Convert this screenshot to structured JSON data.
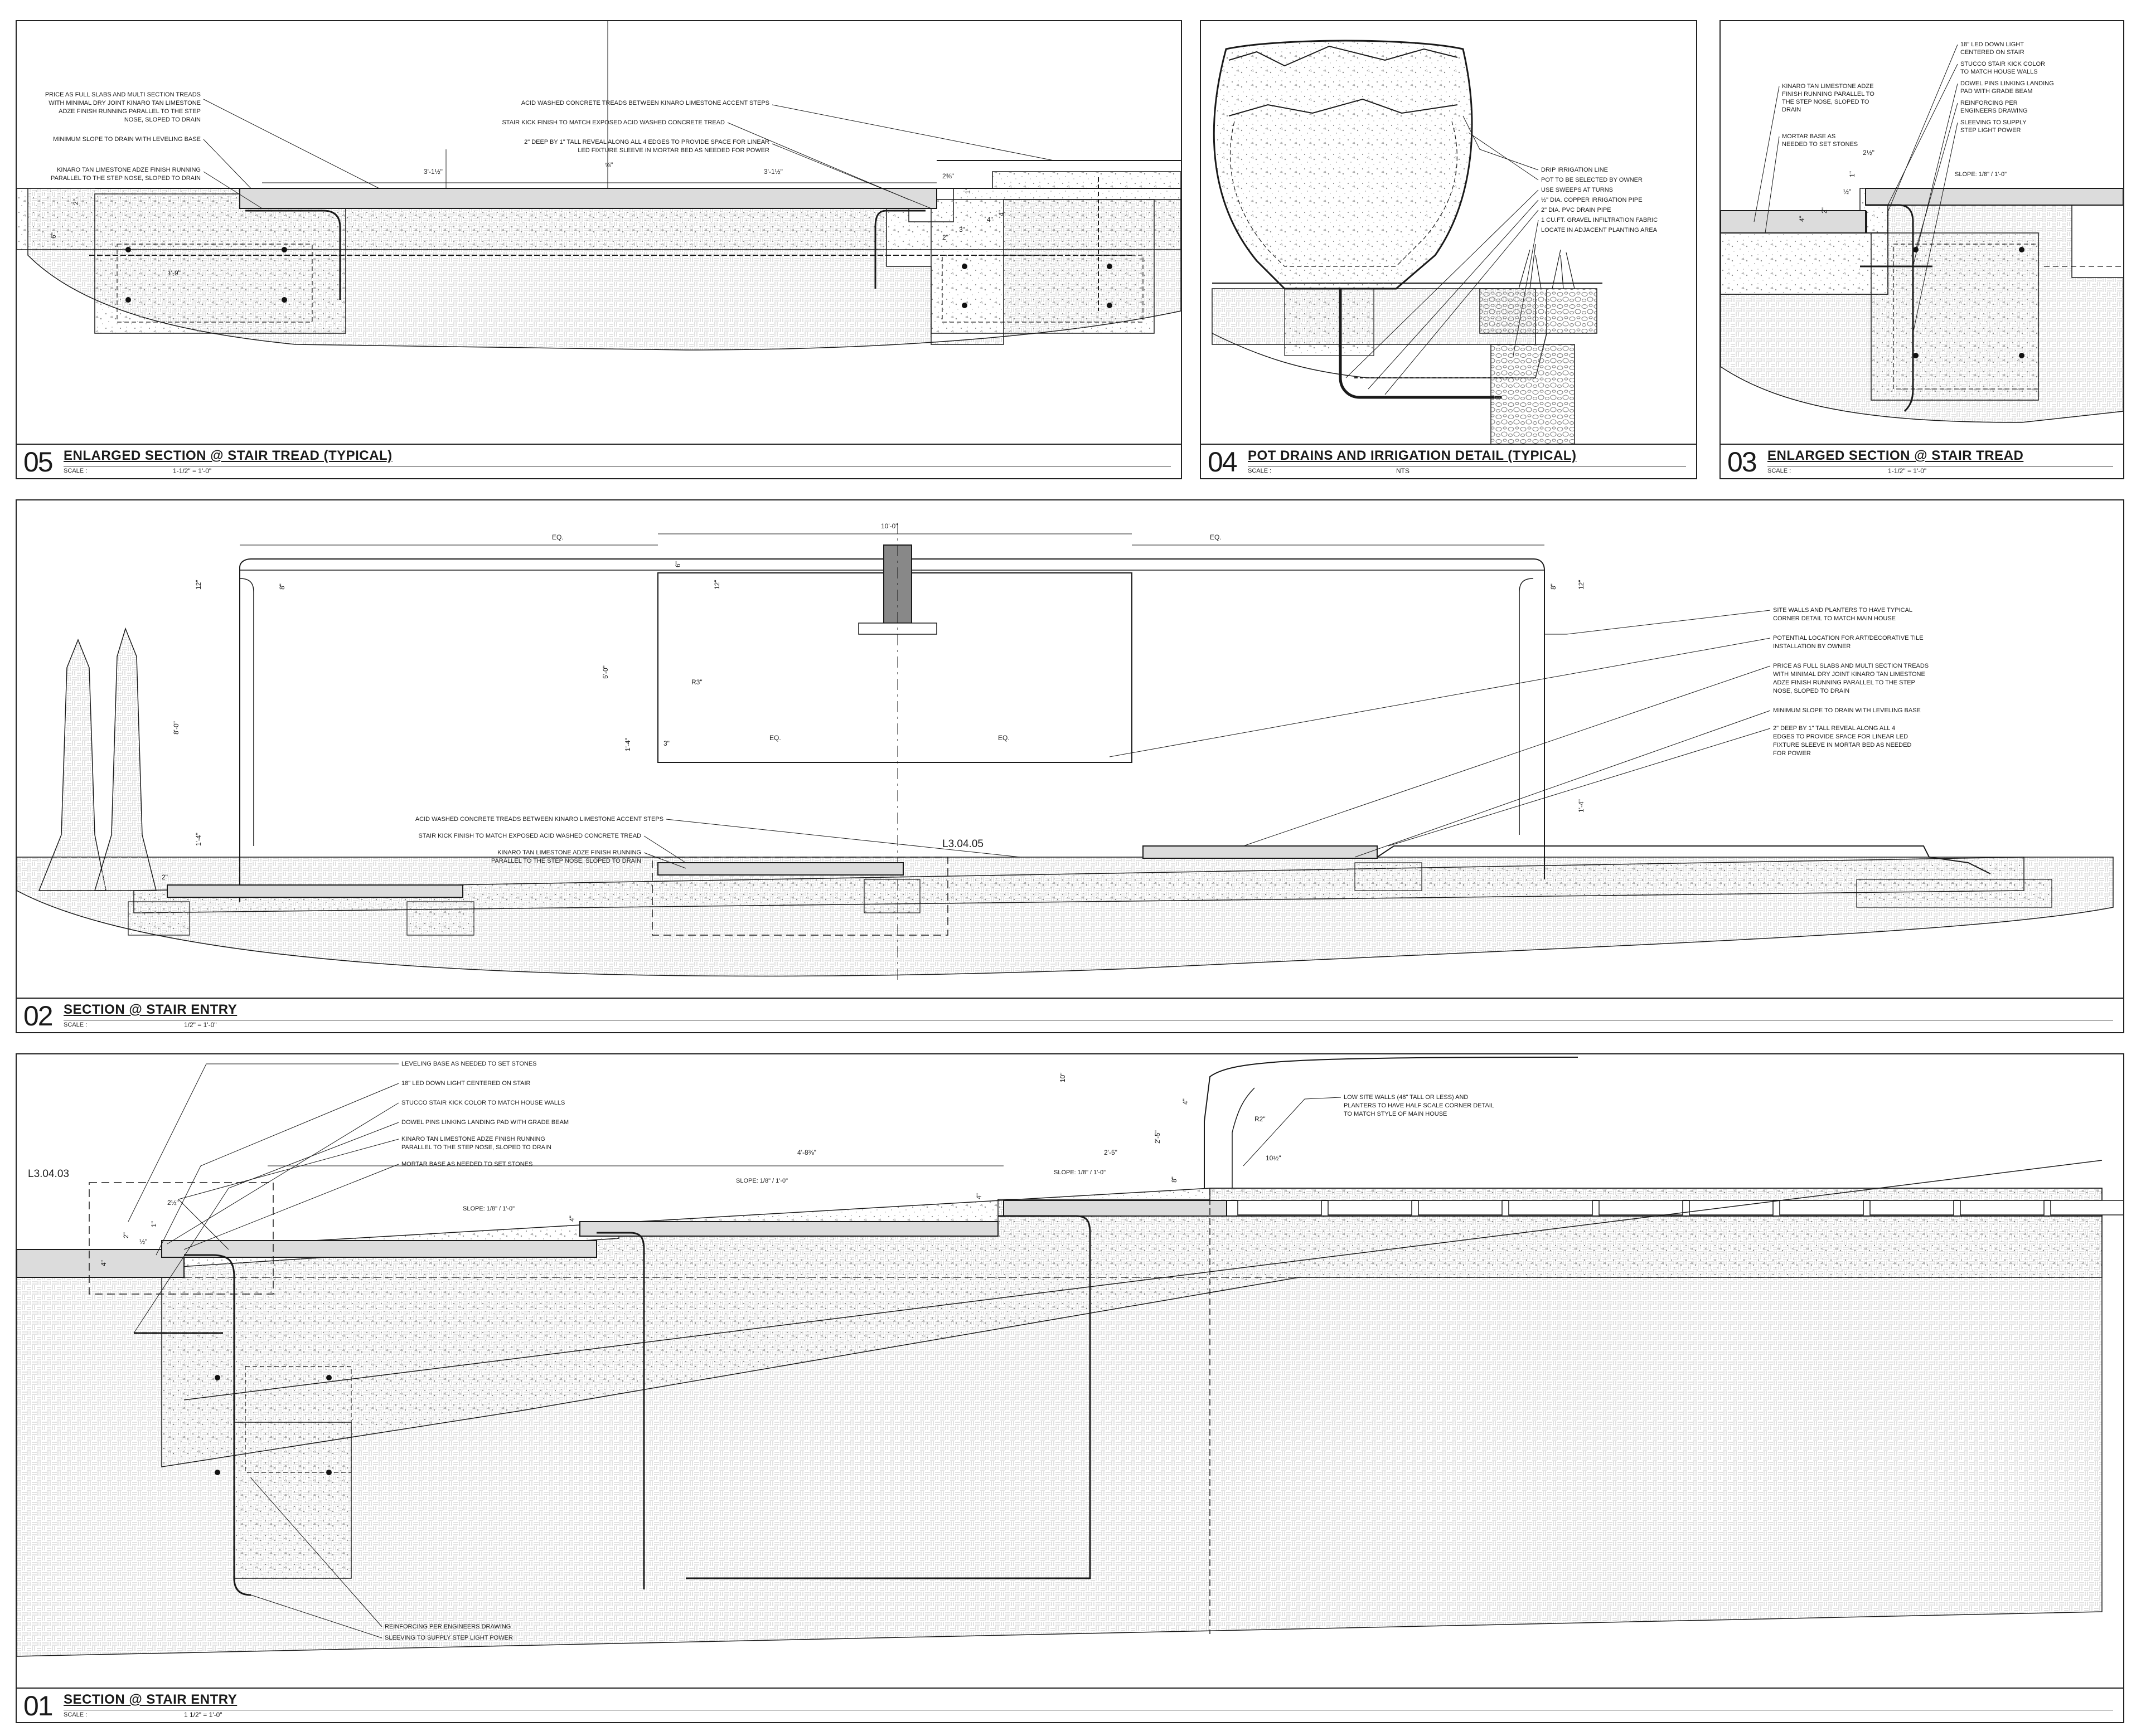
{
  "panels": [
    {
      "id": "p05",
      "title": {
        "number": "05",
        "text": "ENLARGED SECTION @ STAIR TREAD (TYPICAL)",
        "scale_label": "SCALE :",
        "scale": "1-1/2\" = 1'-0\""
      },
      "notes": [
        "PRICE AS FULL SLABS AND MULTI SECTION TREADS",
        "WITH MINIMAL DRY JOINT KINARO TAN LIMESTONE",
        "ADZE FINISH RUNNING PARALLEL TO THE STEP",
        "NOSE, SLOPED TO DRAIN",
        "MINIMUM SLOPE TO DRAIN WITH LEVELING BASE",
        "KINARO TAN LIMESTONE ADZE FINISH RUNNING",
        "PARALLEL TO THE STEP NOSE, SLOPED TO DRAIN",
        "ACID WASHED CONCRETE TREADS BETWEEN KINARO LIMESTONE ACCENT STEPS",
        "STAIR KICK FINISH TO MATCH EXPOSED ACID WASHED CONCRETE TREAD",
        "2\" DEEP BY 1\" TALL REVEAL ALONG ALL 4 EDGES TO PROVIDE SPACE FOR LINEAR",
        "LED FIXTURE SLEEVE IN MORTAR BED AS NEEDED FOR POWER"
      ],
      "dims": [
        "3'-1½\"",
        "3'-1½\"",
        "⅝\"",
        "2⅜\"",
        "1'-9\"",
        "2\"",
        "6\"",
        "4\"",
        "1\"",
        "2\"",
        "3\"",
        "4\"",
        "2\"",
        "1\"",
        "4\"",
        "6\""
      ]
    },
    {
      "id": "p04",
      "title": {
        "number": "04",
        "text": "POT DRAINS AND IRRIGATION DETAIL (TYPICAL)",
        "scale_label": "SCALE :",
        "scale": "NTS"
      },
      "notes": [
        "DRIP IRRIGATION LINE",
        "POT TO BE SELECTED BY OWNER",
        "USE SWEEPS AT TURNS",
        "½\" DIA. COPPER IRRIGATION PIPE",
        "2\" DIA. PVC DRAIN PIPE",
        "1 CU.FT. GRAVEL INFILTRATION FABRIC",
        "LOCATE IN ADJACENT PLANTING AREA"
      ],
      "dims": []
    },
    {
      "id": "p03",
      "title": {
        "number": "03",
        "text": "ENLARGED SECTION @ STAIR TREAD",
        "scale_label": "SCALE :",
        "scale": "1-1/2\" = 1'-0\""
      },
      "notes": [
        "18\" LED DOWN LIGHT",
        "CENTERED ON STAIR",
        "STUCCO STAIR KICK COLOR",
        "TO MATCH HOUSE WALLS",
        "DOWEL PINS LINKING LANDING",
        "PAD WITH GRADE BEAM",
        "REINFORCING PER",
        "ENGINEERS DRAWING",
        "SLEEVING TO SUPPLY",
        "STEP LIGHT POWER",
        "KINARO TAN LIMESTONE ADZE",
        "FINISH RUNNING PARALLEL TO",
        "THE STEP NOSE, SLOPED TO",
        "DRAIN",
        "MORTAR BASE AS",
        "NEEDED TO SET STONES",
        "SLOPE: 1/8\" / 1'-0\""
      ],
      "dims": [
        "2½\"",
        "2\"",
        "1\"",
        "½\"",
        "4\""
      ]
    },
    {
      "id": "p02",
      "title": {
        "number": "02",
        "text": "SECTION @ STAIR ENTRY",
        "scale_label": "SCALE :",
        "scale": "1/2\" = 1'-0\""
      },
      "notes": [
        "SITE WALLS AND PLANTERS TO HAVE TYPICAL",
        "CORNER DETAIL TO MATCH MAIN HOUSE",
        "POTENTIAL LOCATION FOR ART/DECORATIVE TILE",
        "INSTALLATION BY OWNER",
        "PRICE AS FULL SLABS AND MULTI SECTION TREADS",
        "WITH MINIMAL DRY JOINT KINARO TAN LIMESTONE",
        "ADZE FINISH RUNNING PARALLEL TO THE STEP",
        "NOSE, SLOPED TO DRAIN",
        "MINIMUM SLOPE TO DRAIN WITH LEVELING BASE",
        "2\" DEEP BY 1\" TALL REVEAL ALONG ALL 4",
        "EDGES TO PROVIDE SPACE FOR LINEAR LED",
        "FIXTURE SLEEVE IN MORTAR BED AS NEEDED",
        "FOR POWER",
        "ACID WASHED CONCRETE TREADS BETWEEN KINARO LIMESTONE ACCENT STEPS",
        "STAIR KICK FINISH TO MATCH EXPOSED ACID WASHED CONCRETE TREAD",
        "KINARO TAN LIMESTONE ADZE FINISH RUNNING",
        "PARALLEL TO THE STEP NOSE, SLOPED TO DRAIN",
        "L3.04.05"
      ],
      "dims": [
        "EQ.",
        "10'-0\"",
        "EQ.",
        "12\"",
        "8\"",
        "6\"",
        "12\"",
        "8\"",
        "12\"",
        "8'-0\"",
        "5'-0\"",
        "R3\"",
        "1'-4\"",
        "3\"",
        "EQ.",
        "EQ.",
        "1'-4\"",
        "1'-4\"",
        "2\""
      ]
    },
    {
      "id": "p01",
      "title": {
        "number": "01",
        "text": "SECTION @ STAIR ENTRY",
        "scale_label": "SCALE :",
        "scale": "1 1/2\" = 1'-0\""
      },
      "notes": [
        "LEVELING BASE AS NEEDED TO SET STONES",
        "18\" LED DOWN LIGHT CENTERED ON STAIR",
        "STUCCO STAIR KICK COLOR TO MATCH HOUSE WALLS",
        "DOWEL PINS LINKING LANDING PAD WITH GRADE BEAM",
        "KINARO TAN LIMESTONE ADZE FINISH RUNNING",
        "PARALLEL TO THE STEP NOSE, SLOPED TO DRAIN",
        "MORTAR BASE AS NEEDED TO SET STONES",
        "LOW SITE WALLS (48\" TALL OR LESS) AND",
        "PLANTERS TO HAVE HALF SCALE CORNER DETAIL",
        "TO MATCH STYLE OF MAIN HOUSE",
        "REINFORCING PER ENGINEERS DRAWING",
        "SLEEVING TO SUPPLY STEP LIGHT POWER",
        "SLOPE: 1/8\" / 1'-0\"",
        "SLOPE: 1/8\" / 1'-0\"",
        "SLOPE: 1/8\" / 1'-0\"",
        "L3.04.03"
      ],
      "dims": [
        "10\"",
        "4\"",
        "R2\"",
        "2'-5\"",
        "4'-8⅜\"",
        "2'-5\"",
        "10½\"",
        "8\"",
        "4\"",
        "4\"",
        "2½\"",
        "2\"",
        "1\"",
        "½\"",
        "4\""
      ]
    }
  ]
}
